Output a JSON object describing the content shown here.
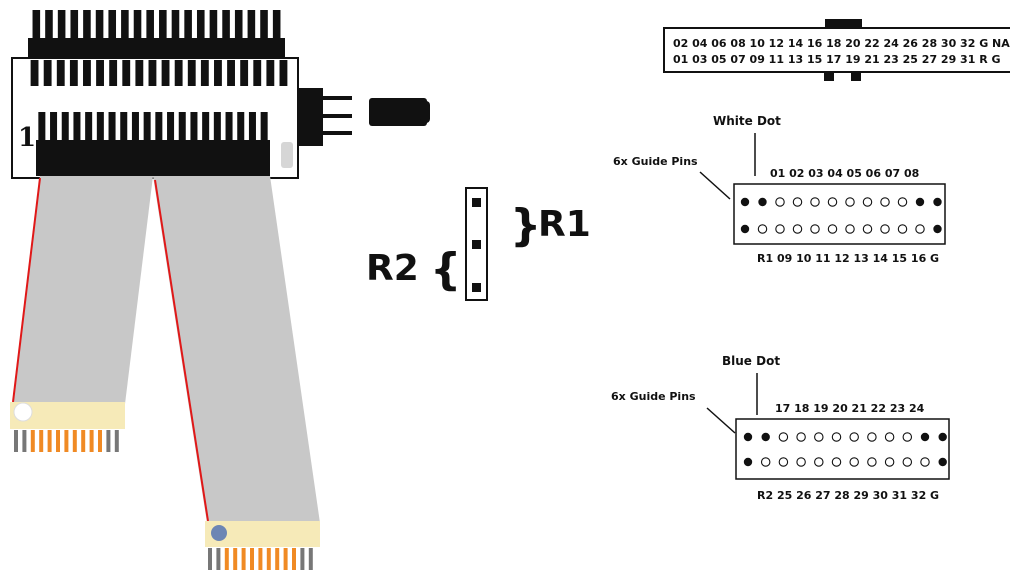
{
  "colors": {
    "header_black": "#111111",
    "board_white": "#ffffff",
    "cable_grey": "#c8c8c8",
    "cable_stripe": "#e01818",
    "connector_cream": "#f6eab8",
    "orange_pin": "#f08a24",
    "grey_pin": "#777777",
    "white_dot": "#ffffff",
    "blue_dot": "#6d86b4"
  },
  "board": {
    "pin1_label": "1"
  },
  "jumper": {
    "r1_label": "R1",
    "r2_label": "R2"
  },
  "header_40": {
    "top_row": "02 04 06 08 10 12 14 16 18 20 22 24 26 28 30 32 G NA",
    "bottom_row": "01 03 05 07 09 11 13 15 17 19 21 23 25 27 29 31 R G"
  },
  "white_connector": {
    "dot_label": "White Dot",
    "guide_label": "6x Guide Pins",
    "top_numbers": "01 02 03 04 05 06 07 08",
    "bottom_numbers": "R1 09 10 11 12 13 14 15 16 G",
    "row1": [
      "filled",
      "filled",
      "open",
      "open",
      "open",
      "open",
      "open",
      "open",
      "open",
      "open",
      "filled",
      "filled"
    ],
    "row2": [
      "filled",
      "open",
      "open",
      "open",
      "open",
      "open",
      "open",
      "open",
      "open",
      "open",
      "open",
      "filled"
    ]
  },
  "blue_connector": {
    "dot_label": "Blue Dot",
    "guide_label": "6x Guide Pins",
    "top_numbers": "17 18 19 20 21 22 23 24",
    "bottom_numbers": "R2 25 26 27 28 29 30 31 32 G",
    "row1": [
      "filled",
      "filled",
      "open",
      "open",
      "open",
      "open",
      "open",
      "open",
      "open",
      "open",
      "filled",
      "filled"
    ],
    "row2": [
      "filled",
      "open",
      "open",
      "open",
      "open",
      "open",
      "open",
      "open",
      "open",
      "open",
      "open",
      "filled"
    ]
  }
}
